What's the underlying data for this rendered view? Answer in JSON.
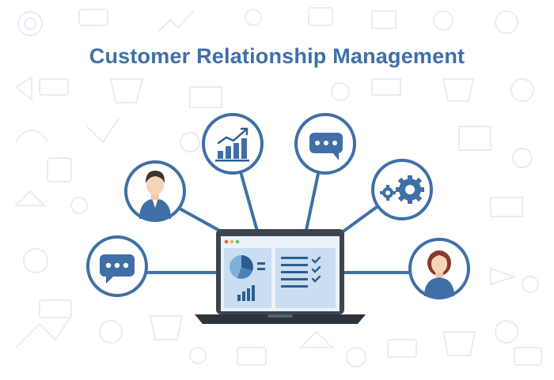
{
  "title": "Customer Relationship Management",
  "colors": {
    "primary": "#3f6fa6",
    "dark": "#2c5d8f",
    "light_blue": "#b9d6ee",
    "screen_bg": "#dbe9f5",
    "laptop_body": "#3a4550",
    "background_doodles": "#e7eef6"
  },
  "nodes": [
    {
      "id": "chat-left",
      "icon": "chat-bubble-icon"
    },
    {
      "id": "man",
      "icon": "man-avatar-icon"
    },
    {
      "id": "growth-chart",
      "icon": "bar-chart-growth-icon"
    },
    {
      "id": "chat-top",
      "icon": "chat-bubble-icon"
    },
    {
      "id": "gears",
      "icon": "gears-icon"
    },
    {
      "id": "woman",
      "icon": "woman-avatar-icon"
    }
  ],
  "laptop": {
    "screen_panels": [
      "pie-chart-panel",
      "checklist-panel"
    ],
    "window_dots": [
      "#e85b4a",
      "#f2b23e",
      "#5cbf6a"
    ]
  }
}
